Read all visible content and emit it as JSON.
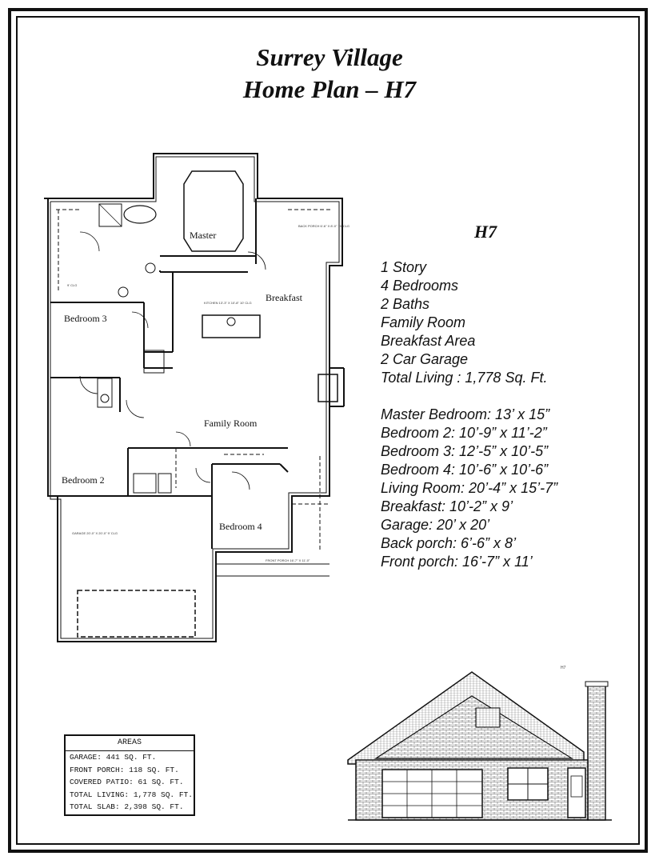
{
  "header": {
    "title_line1": "Surrey Village",
    "title_line2": "Home Plan – H7"
  },
  "plan_code": "H7",
  "features": [
    "1 Story",
    "4 Bedrooms",
    "2 Baths",
    "Family Room",
    "Breakfast Area",
    "2 Car Garage",
    "Total Living :  1,778 Sq. Ft."
  ],
  "room_sizes": [
    "Master Bedroom:  13’ x 15”",
    "Bedroom 2:  10’-9” x 11’-2”",
    "Bedroom 3:  12’-5” x 10’-5”",
    "Bedroom 4:  10’-6” x 10’-6”",
    "Living Room:  20’-4” x 15’-7”",
    "Breakfast:  10’-2” x 9’",
    "Garage:  20’ x 20’",
    "Back porch:  6’-6” x 8’",
    "Front porch: 16’-7” x 11’"
  ],
  "floor_plan": {
    "rooms": {
      "master": "Master",
      "breakfast": "Breakfast",
      "bedroom3": "Bedroom 3",
      "family_room": "Family Room",
      "bedroom2": "Bedroom 2",
      "bedroom4": "Bedroom 4"
    },
    "small_labels": {
      "back_porch": "BACK PORCH 6'-6\" X 8'-0\" 10' CLG",
      "kitchen": "KITCHEN 13'-3\" X 10'-8\" 10' CLG",
      "garage": "GARAGE 20'-0\" X 20'-0\" 9' CLG",
      "front_porch": "FRONT PORCH 16'-7\" X 11'-0\"",
      "clos": "9' CLG"
    }
  },
  "areas": {
    "title": "AREAS",
    "rows": [
      "GARAGE: 441 SQ. FT.",
      "FRONT PORCH: 118 SQ. FT.",
      "COVERED PATIO: 61 SQ. FT.",
      "TOTAL LIVING: 1,778 SQ. FT.",
      "TOTAL SLAB: 2,398 SQ. FT."
    ]
  },
  "elevation_label": "H7"
}
